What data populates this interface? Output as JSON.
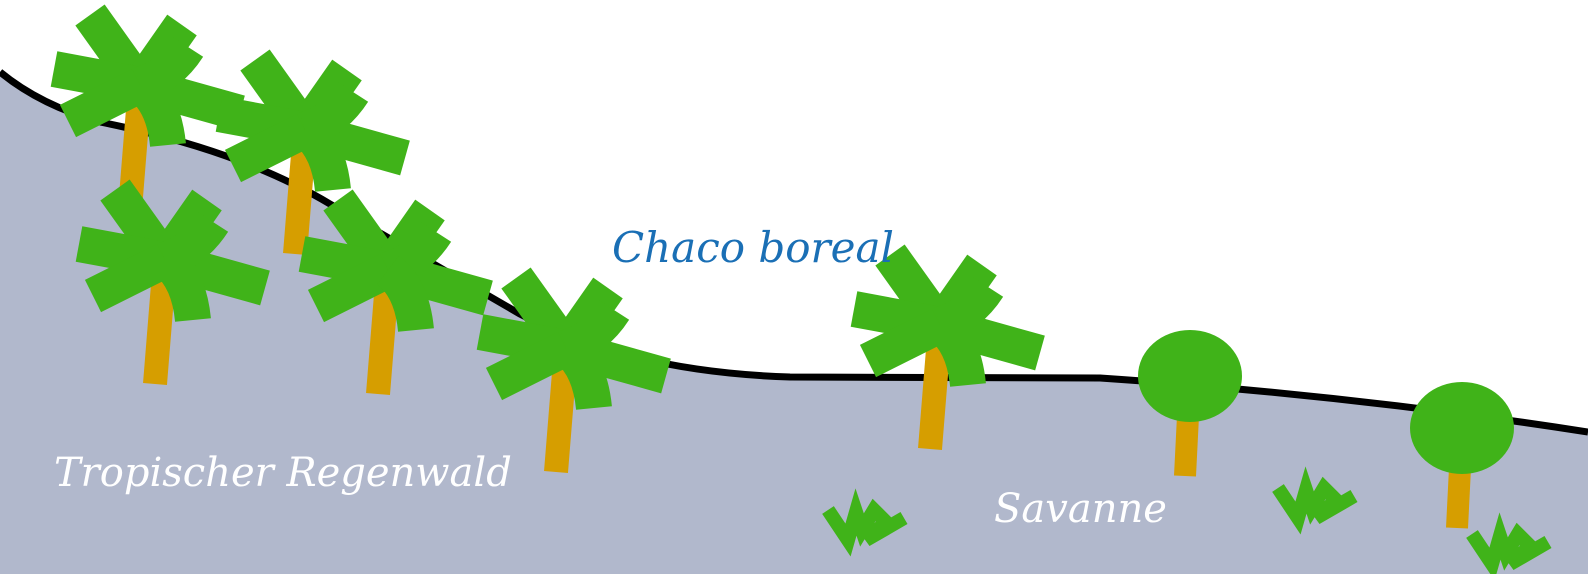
{
  "labels": {
    "rainforest": "Tropischer Regenwald",
    "chaco": "Chaco boreal",
    "savanna": "Savanne"
  },
  "colors": {
    "ground": "#b1b8cc",
    "horizon_line": "#000000",
    "foliage": "#40b319",
    "trunk": "#d69e00",
    "label_on_ground": "#ffffff",
    "label_title": "#1a6fb5"
  },
  "icons": {
    "palm": "palm-tree-icon",
    "round_tree": "round-tree-icon",
    "grass": "grass-tuft-icon"
  }
}
